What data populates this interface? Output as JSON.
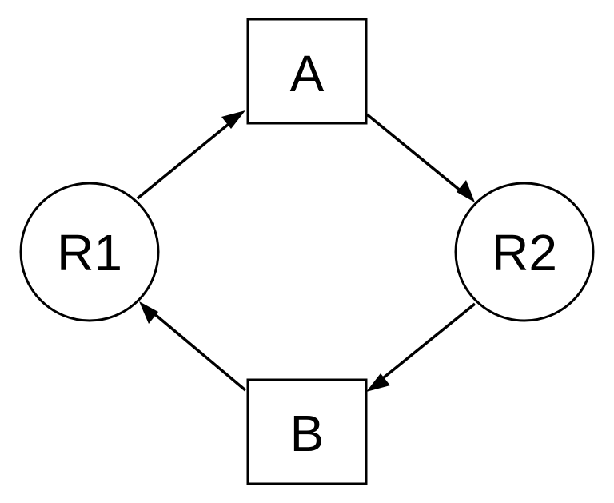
{
  "nodes": {
    "a": {
      "label": "A",
      "shape": "rectangle"
    },
    "b": {
      "label": "B",
      "shape": "rectangle"
    },
    "r1": {
      "label": "R1",
      "shape": "circle"
    },
    "r2": {
      "label": "R2",
      "shape": "circle"
    }
  },
  "edges": [
    {
      "from": "R1",
      "to": "A"
    },
    {
      "from": "A",
      "to": "R2"
    },
    {
      "from": "R2",
      "to": "B"
    },
    {
      "from": "B",
      "to": "R1"
    }
  ],
  "colors": {
    "stroke": "#000000",
    "background": "#ffffff"
  }
}
